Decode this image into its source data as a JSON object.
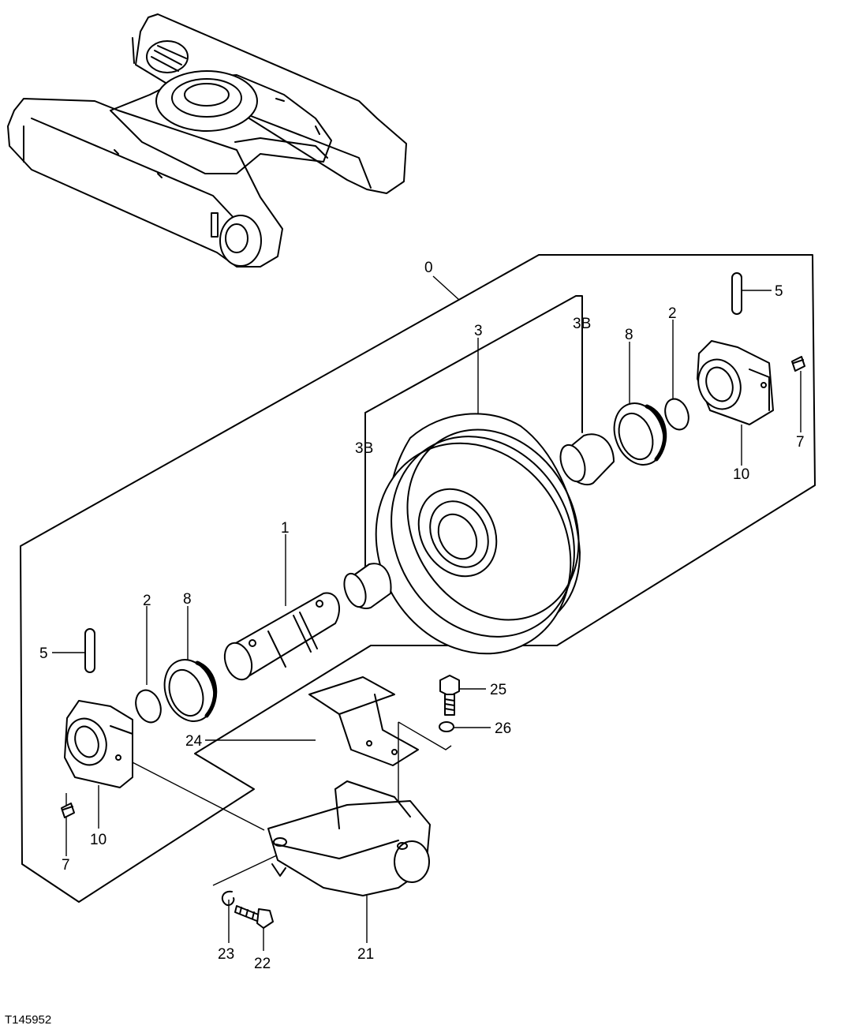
{
  "figure": {
    "id": "T145952"
  },
  "callouts": [
    {
      "key": "c0",
      "label": "0"
    },
    {
      "key": "c1",
      "label": "1"
    },
    {
      "key": "c2a",
      "label": "2"
    },
    {
      "key": "c2b",
      "label": "2"
    },
    {
      "key": "c3",
      "label": "3"
    },
    {
      "key": "c3Ba",
      "label": "3B"
    },
    {
      "key": "c3Bb",
      "label": "3B"
    },
    {
      "key": "c5a",
      "label": "5"
    },
    {
      "key": "c5b",
      "label": "5"
    },
    {
      "key": "c7a",
      "label": "7"
    },
    {
      "key": "c7b",
      "label": "7"
    },
    {
      "key": "c8a",
      "label": "8"
    },
    {
      "key": "c8b",
      "label": "8"
    },
    {
      "key": "c10a",
      "label": "10"
    },
    {
      "key": "c10b",
      "label": "10"
    },
    {
      "key": "c21",
      "label": "21"
    },
    {
      "key": "c22",
      "label": "22"
    },
    {
      "key": "c23",
      "label": "23"
    },
    {
      "key": "c24",
      "label": "24"
    },
    {
      "key": "c25",
      "label": "25"
    },
    {
      "key": "c26",
      "label": "26"
    }
  ]
}
